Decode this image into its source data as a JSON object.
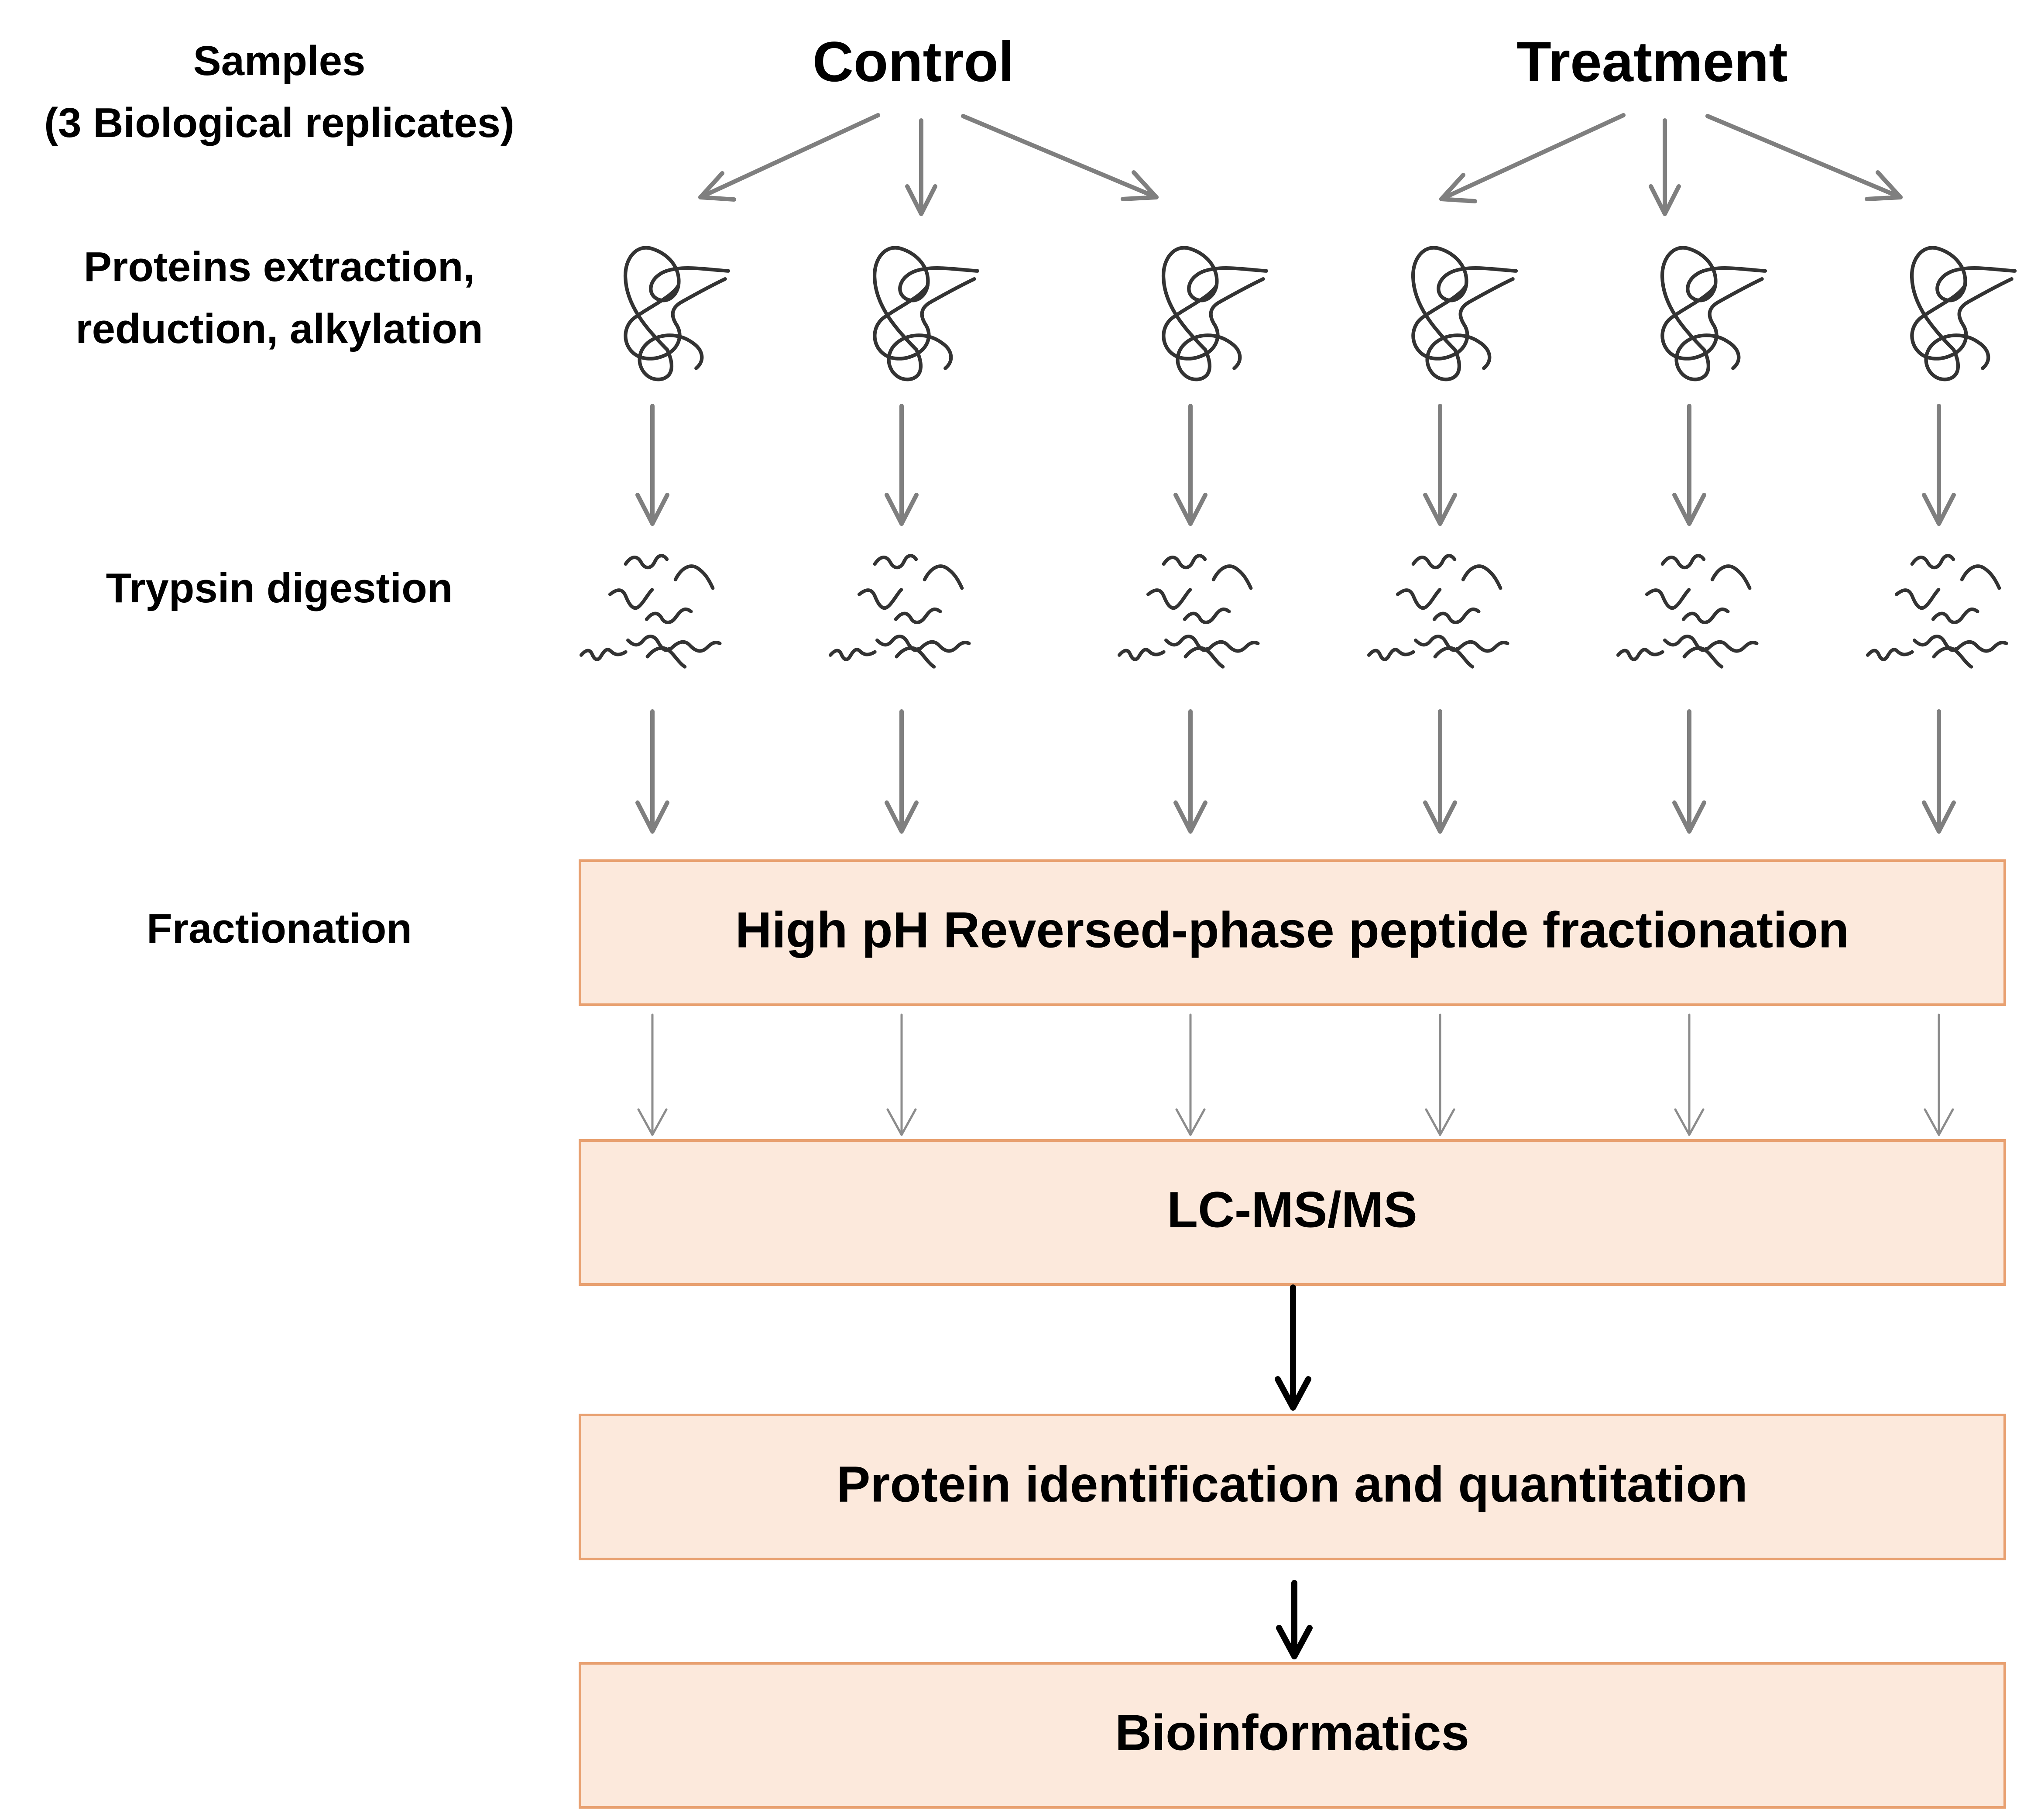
{
  "colors": {
    "box_fill": "#fce9dc",
    "box_border": "#e8a070",
    "arrow_gray": "#7f7f7f",
    "arrow_dark": "#000000"
  },
  "steps": {
    "samples_line1": "Samples",
    "samples_line2": "(3 Biological replicates)",
    "extraction_line1": "Proteins extraction,",
    "extraction_line2": "reduction, alkylation",
    "digestion": "Trypsin digestion",
    "fractionation": "Fractionation"
  },
  "groups": [
    {
      "label": "Control",
      "replicates": 3
    },
    {
      "label": "Treatment",
      "replicates": 3
    }
  ],
  "icons": {
    "protein": "folded-protein-icon",
    "peptides": "peptide-fragments-icon"
  },
  "boxes": [
    {
      "id": "fractionation",
      "text": "High pH Reversed-phase peptide fractionation"
    },
    {
      "id": "lcms",
      "text": "LC-MS/MS"
    },
    {
      "id": "identification",
      "text": "Protein identification and quantitation"
    },
    {
      "id": "bioinformatics",
      "text": "Bioinformatics"
    }
  ]
}
